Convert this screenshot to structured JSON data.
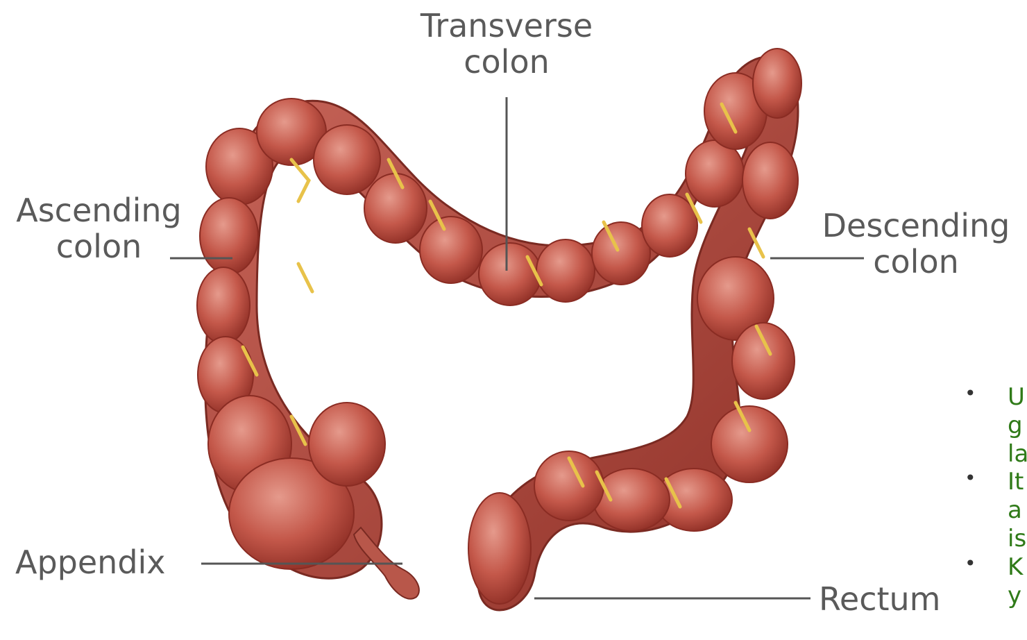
{
  "labels": {
    "transverse": [
      "Transverse",
      "colon"
    ],
    "ascending": [
      "Ascending",
      "colon"
    ],
    "descending": [
      "Descending",
      "colon"
    ],
    "appendix": "Appendix",
    "rectum": "Rectum"
  },
  "bullets": [
    [
      "U",
      "g",
      "la"
    ],
    [
      "It",
      "a",
      "is"
    ],
    [
      "K",
      "y"
    ]
  ]
}
